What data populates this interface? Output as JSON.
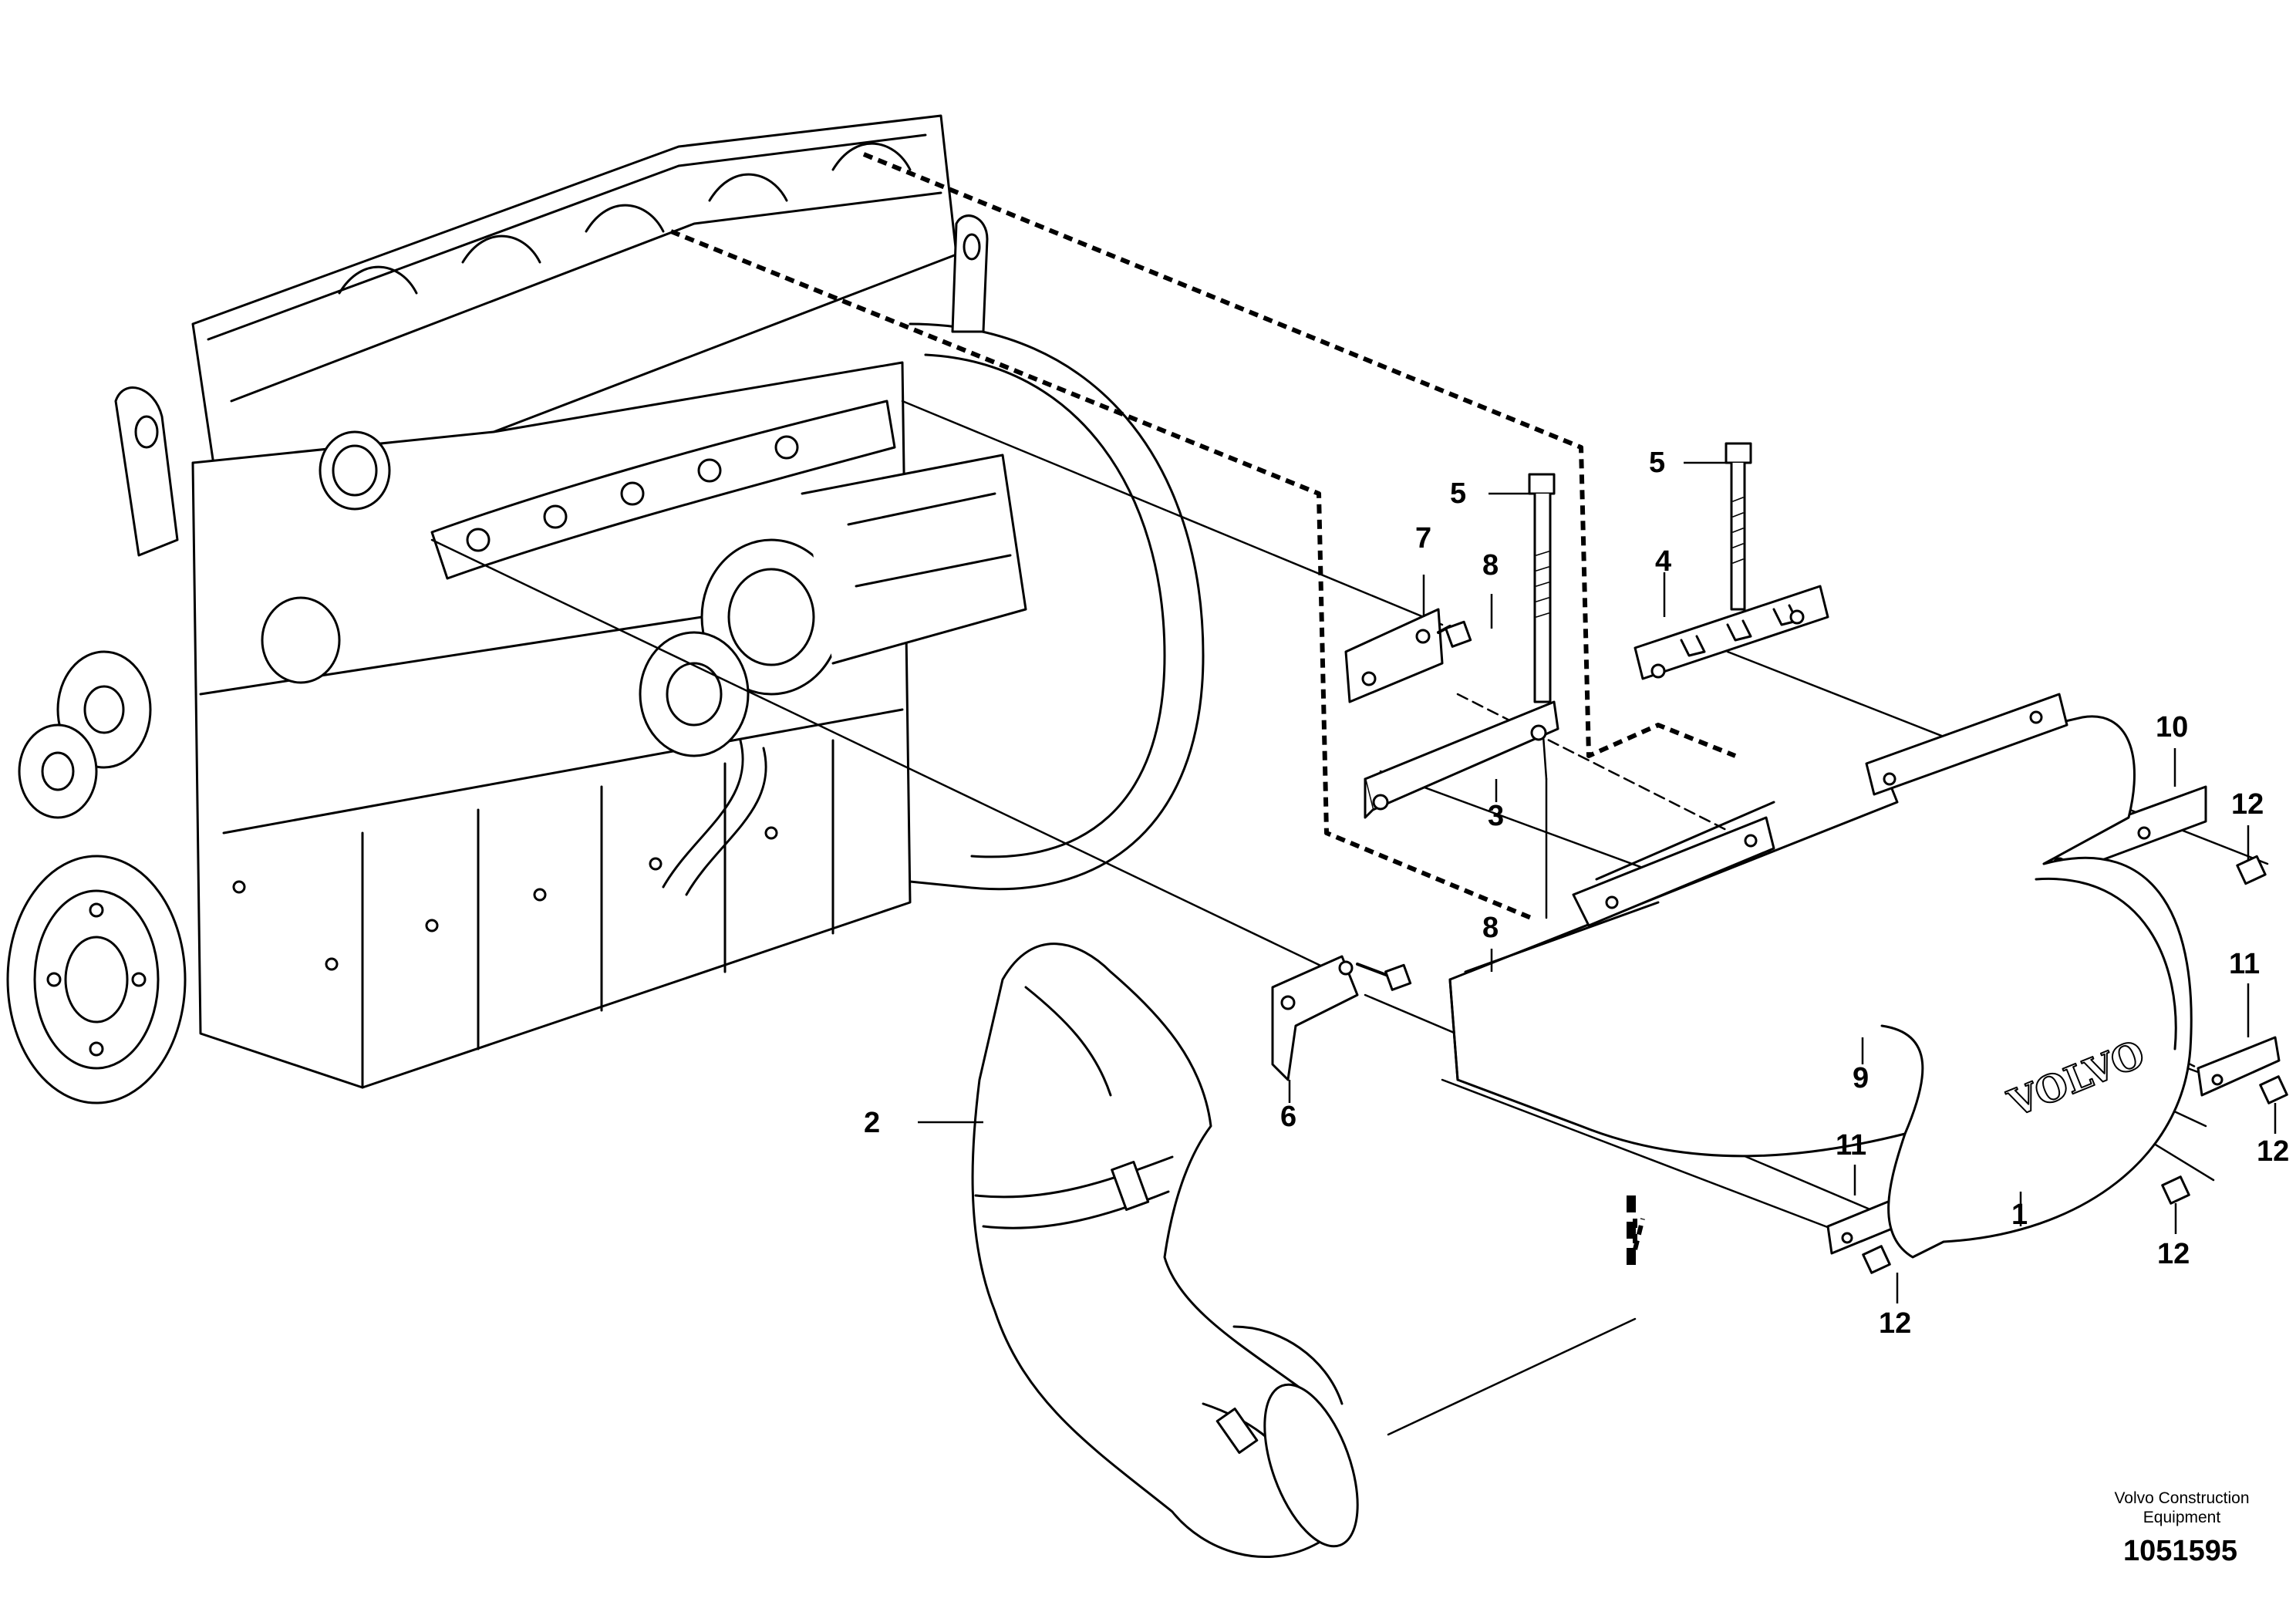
{
  "diagram": {
    "callouts": {
      "c1": "1",
      "c2": "2",
      "c3": "3",
      "c4": "4",
      "c5a": "5",
      "c5b": "5",
      "c6": "6",
      "c7": "7",
      "c8a": "8",
      "c8b": "8",
      "c9": "9",
      "c10": "10",
      "c11a": "11",
      "c11b": "11",
      "c12a": "12",
      "c12b": "12",
      "c12c": "12",
      "c12d": "12"
    },
    "logo_text": "VOLVO"
  },
  "footer": {
    "brand_line1": "Volvo Construction",
    "brand_line2": "Equipment",
    "doc_number": "1051595"
  }
}
